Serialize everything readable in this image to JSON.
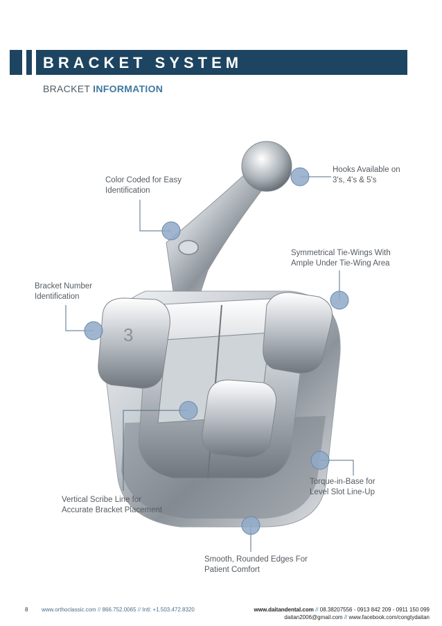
{
  "header": {
    "title": "BRACKET SYSTEM"
  },
  "subheading": {
    "normal": "BRACKET ",
    "bold": "INFORMATION"
  },
  "callouts": {
    "color_coded": [
      "Color Coded for Easy",
      "Identification"
    ],
    "hooks": [
      "Hooks Available on",
      "3's, 4's & 5's"
    ],
    "tie_wings": [
      "Symmetrical Tie-Wings With",
      "Ample Under Tie-Wing Area"
    ],
    "bracket_number": [
      "Bracket Number",
      "Identification"
    ],
    "torque": [
      "Torque-in-Base for",
      "Level Slot Line-Up"
    ],
    "scribe": [
      "Vertical Scribe Line for",
      "Accurate Bracket Placement"
    ],
    "edges": [
      "Smooth, Rounded Edges For",
      "Patient Comfort"
    ]
  },
  "footer": {
    "page_number": "8",
    "left": {
      "site": "www.orthoclassic.com",
      "sep1": " // ",
      "phone": "866.752.0065",
      "sep2": " // ",
      "intl": "Intl: +1.503.472.8320"
    },
    "right": {
      "site": "www.daitandental.com",
      "sep1": " // ",
      "phones": "08.38207556  - 0913 842 209 - 0911 150 099",
      "email": "daitan2006@gmail.com",
      "sep2": " // ",
      "facebook": "www.facebook.com/congtydaitan"
    }
  },
  "colors": {
    "header_bg": "#1d4460",
    "accent": "#3f78a0",
    "dot": "#8fa9c8"
  }
}
